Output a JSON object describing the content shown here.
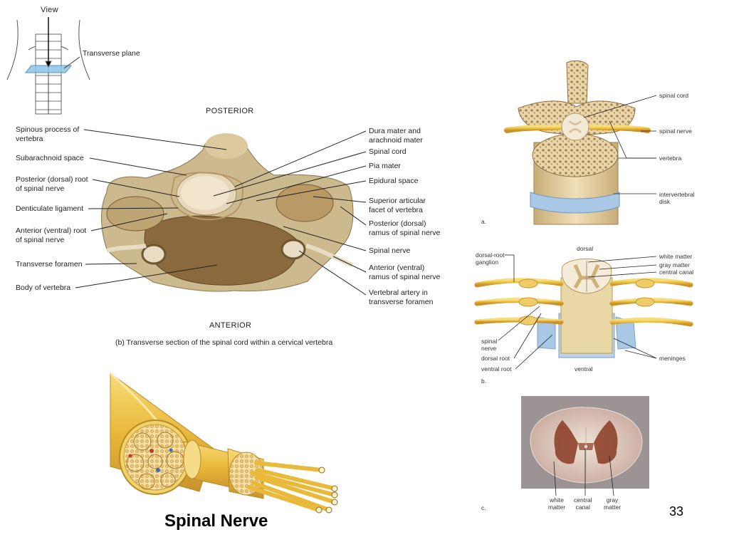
{
  "slide": {
    "title": "Spinal Nerve",
    "page_number": "33"
  },
  "figure_b": {
    "view_label": "View",
    "plane_label": "Transverse plane",
    "posterior": "POSTERIOR",
    "anterior": "ANTERIOR",
    "caption": "(b) Transverse section of the spinal cord within a cervical vertebra",
    "left_labels": [
      "Spinous process of\nvertebra",
      "Subarachnoid space",
      "Posterior (dorsal) root\nof spinal nerve",
      "Denticulate ligament",
      "Anterior (ventral) root\nof spinal nerve",
      "Transverse foramen",
      "Body of vertebra"
    ],
    "right_labels": [
      "Dura mater and\narachnoid mater",
      "Spinal cord",
      "Pia mater",
      "Epidural space",
      "Superior articular\nfacet of vertebra",
      "Posterior (dorsal)\nramus of spinal nerve",
      "Spinal nerve",
      "Anterior (ventral)\nramus of spinal nerve",
      "Vertebral artery in\ntransverse foramen"
    ]
  },
  "panel_a": {
    "letter": "a.",
    "labels": [
      "spinal cord",
      "spinal nerve",
      "vertebra",
      "intervertebral\ndisk"
    ]
  },
  "panel_b": {
    "letter": "b.",
    "dorsal": "dorsal",
    "ventral": "ventral",
    "left_labels": [
      "dorsal-root\nganglion",
      "spinal\nnerve",
      "dorsal root",
      "ventral root"
    ],
    "right_labels": [
      "white matter",
      "gray matter",
      "central canal",
      "meninges"
    ]
  },
  "panel_c": {
    "letter": "c.",
    "labels": [
      "white\nmatter",
      "central\ncanal",
      "gray\nmatter"
    ]
  },
  "colors": {
    "nerve_yellow": "#f2c94c",
    "bone": "#e8d3a4",
    "meninges_blue": "#a9c8e6",
    "stain_brown": "#8a3a22"
  }
}
